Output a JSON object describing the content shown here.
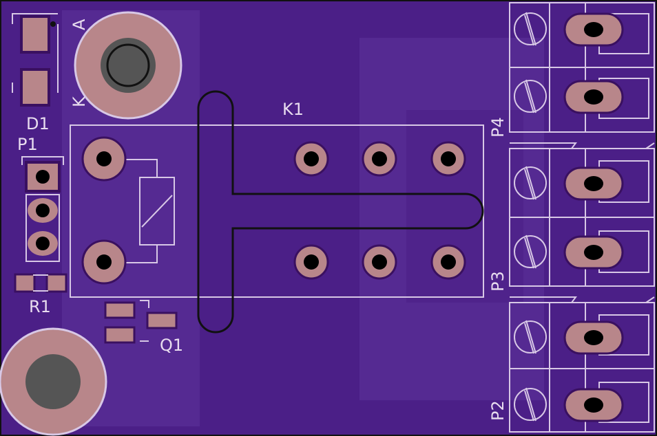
{
  "colors": {
    "board": "#4b1f87",
    "pour": "#3e1470",
    "silk": "#d8c8e6",
    "pad": "#b8868a",
    "hole": "#000000",
    "mount_hole": "#555555",
    "slot_outline": "#111111",
    "frame": "#111111"
  },
  "labels": {
    "d1": "D1",
    "anode": "A",
    "cathode": "K",
    "p1": "P1",
    "r1": "R1",
    "q1": "Q1",
    "k1": "K1",
    "p4": "P4",
    "p3": "P3",
    "p2": "P2"
  }
}
